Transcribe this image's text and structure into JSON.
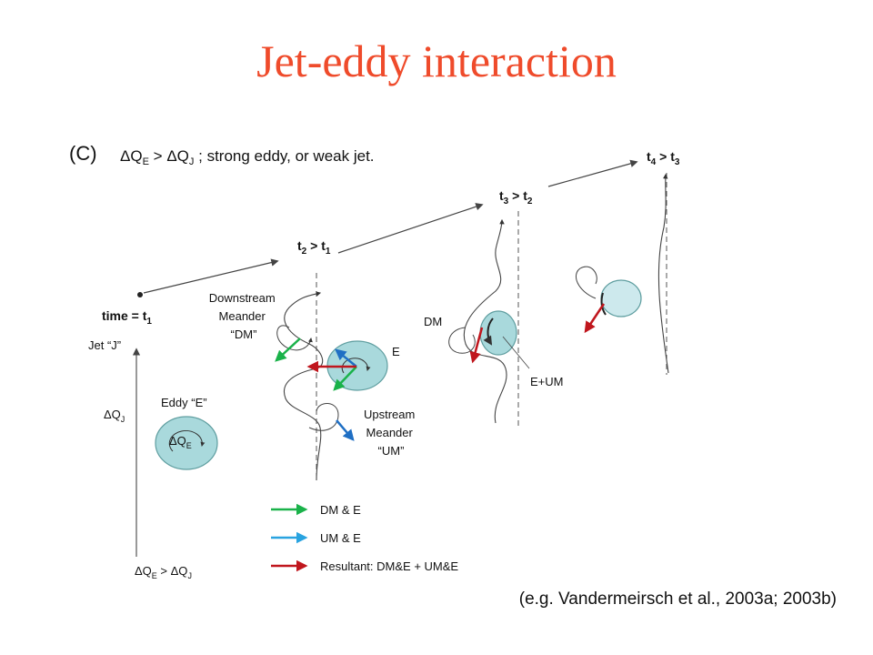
{
  "title": "Jet-eddy interaction",
  "citation": "(e.g. Vandermeirsch et al., 2003a; 2003b)",
  "panel_label": "(C)",
  "condition": {
    "dq": "ΔQ",
    "sub_e": "E",
    "gt": " > ",
    "sub_j": "J",
    "text": " ; strong eddy, or weak jet."
  },
  "time_labels": {
    "t1": {
      "prefix": "time = t",
      "sub": "1"
    },
    "t2": {
      "a": "t",
      "a_sub": "2",
      "mid": " > t",
      "b_sub": "1"
    },
    "t3": {
      "a": "t",
      "a_sub": "3",
      "mid": " > t",
      "b_sub": "2"
    },
    "t4": {
      "a": "t",
      "a_sub": "4",
      "mid": " > t",
      "b_sub": "3"
    }
  },
  "jet_label": "Jet “J”",
  "dq_axis": {
    "main": "ΔQ",
    "sub": "J"
  },
  "eddy_label": "Eddy “E”",
  "eddy_dq": {
    "main": "ΔQ",
    "sub": "E"
  },
  "downstream_meander": [
    "Downstream",
    "Meander",
    "“DM”"
  ],
  "upstream_meander": [
    "Upstream",
    "Meander",
    "“UM”"
  ],
  "e_label": "E",
  "dm_label": "DM",
  "eum_label": "E+UM",
  "bottom_axis": {
    "a": "ΔQ",
    "a_sub": "E",
    "mid": " > ΔQ",
    "b_sub": "J"
  },
  "legend": [
    {
      "label": "DM & E",
      "color": "#1ab24a"
    },
    {
      "label": "UM & E",
      "color": "#29a3e0"
    },
    {
      "label": "Resultant: DM&E + UM&E",
      "color": "#c0161d"
    }
  ],
  "colors": {
    "title": "#ef4b2b",
    "eddy_fill": "#a9d9dc",
    "eddy_stroke": "#5f9ea0",
    "blue_arrow": "#1f6fc4"
  }
}
